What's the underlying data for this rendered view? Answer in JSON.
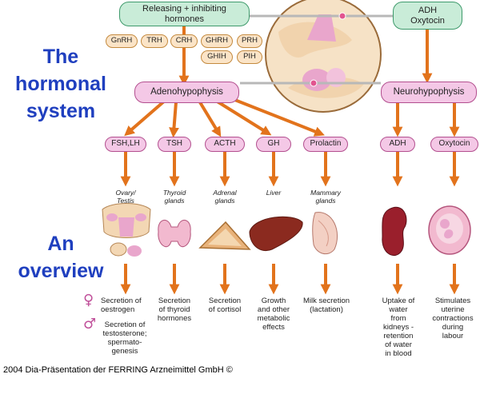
{
  "title": {
    "line1": "The",
    "line2": "hormonal",
    "line3": "system"
  },
  "subtitle": {
    "line1": "An",
    "line2": "overview"
  },
  "hypothalamus": {
    "line1": "Releasing + inhibiting",
    "line2": "hormones"
  },
  "releasing_hormones": [
    "GnRH",
    "TRH",
    "CRH",
    "GHRH",
    "PRH",
    "GHIH",
    "PIH"
  ],
  "posterior_source": {
    "line1": "ADH",
    "line2": "Oxytocin"
  },
  "adenohypophysis": "Adenohypophysis",
  "neurohypophysis": "Neurohypophysis",
  "targets": [
    "FSH,LH",
    "TSH",
    "ACTH",
    "GH",
    "Prolactin",
    "ADH",
    "Oxytocin"
  ],
  "organs": [
    {
      "line1": "Ovary/",
      "line2": "Testis",
      "icon": "ovary-testis-icon"
    },
    {
      "line1": "Thyroid",
      "line2": "glands",
      "icon": "thyroid-icon"
    },
    {
      "line1": "Adrenal",
      "line2": "glands",
      "icon": "adrenal-icon"
    },
    {
      "line1": "Liver",
      "line2": "",
      "icon": "liver-icon"
    },
    {
      "line1": "Mammary",
      "line2": "glands",
      "icon": "mammary-icon"
    },
    {
      "line1": "",
      "line2": "",
      "icon": "kidney-icon"
    },
    {
      "line1": "",
      "line2": "",
      "icon": "uterus-icon"
    }
  ],
  "effects": {
    "female_symbol": "♀",
    "male_symbol": "♂",
    "gonads_female": [
      "Secretion of",
      "oestrogen"
    ],
    "gonads_male": [
      "Secretion of",
      "testosterone;",
      "spermato-",
      "genesis"
    ],
    "thyroid": [
      "Secretion",
      "of thyroid",
      "hormones"
    ],
    "adrenal": [
      "Secretion",
      "of cortisol"
    ],
    "liver": [
      "Growth",
      "and other",
      "metabolic",
      "effects"
    ],
    "mammary": [
      "Milk secretion",
      "(lactation)"
    ],
    "kidney": [
      "Uptake of",
      "water",
      "from",
      "kidneys -",
      "retention",
      "of water",
      "in blood"
    ],
    "uterus": [
      "Stimulates",
      "uterine",
      "contractions",
      "during",
      "labour"
    ]
  },
  "footer": "2004 Dia-Präsentation der FERRING Arzneimittel GmbH ©",
  "colors": {
    "title_blue": "#1f3fbf",
    "arrow_orange": "#e2731c",
    "pill_green": "#c9ecd8",
    "pill_pink": "#f4c8e6",
    "pill_hormone": "#fbe4c7",
    "gland_bg": "#f6e2c6"
  }
}
